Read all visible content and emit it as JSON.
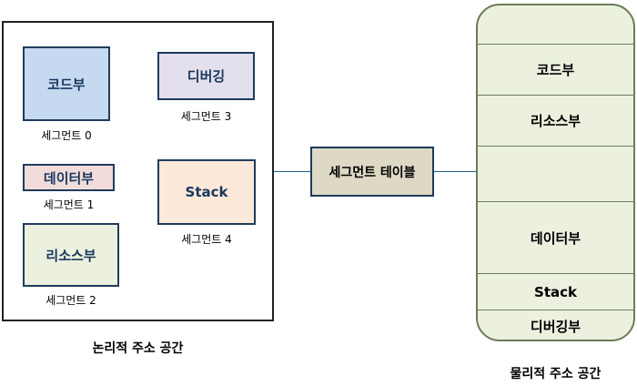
{
  "logical_space": {
    "title": "논리적 주소 공간",
    "segments": [
      {
        "label": "코드부",
        "caption": "세그먼트 0",
        "fill": "#c5d9f1"
      },
      {
        "label": "디버깅",
        "caption": "세그먼트 3",
        "fill": "#e4dfec"
      },
      {
        "label": "데이터부",
        "caption": "세그먼트 1",
        "fill": "#f2dcdb"
      },
      {
        "label": "Stack",
        "caption": "세그먼트 4",
        "fill": "#fde9d9"
      },
      {
        "label": "리소스부",
        "caption": "세그먼트 2",
        "fill": "#ebf1de"
      }
    ]
  },
  "segment_table": {
    "label": "세그먼트 테이블",
    "fill": "#ddd9c4"
  },
  "physical_space": {
    "title": "물리적 주소 공간",
    "fill": "#ebf1de",
    "rows": [
      "코드부",
      "리소스부",
      "",
      "데이터부",
      "Stack",
      "디버깅부"
    ]
  }
}
